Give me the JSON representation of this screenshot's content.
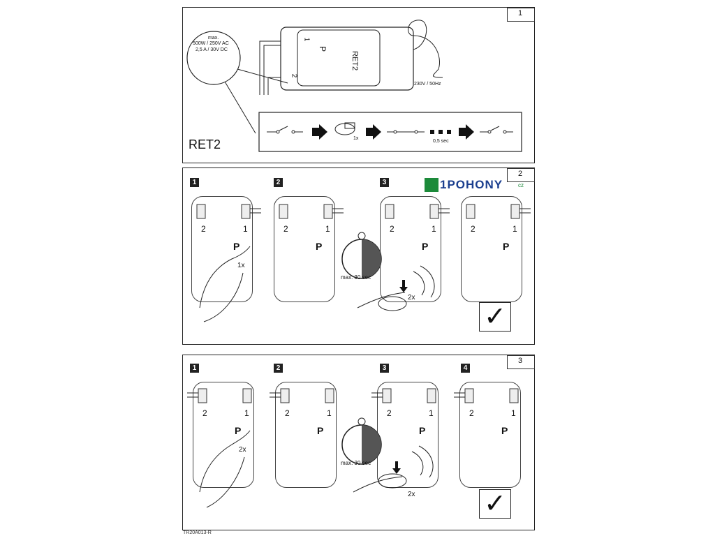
{
  "section1": {
    "number": "1",
    "title": "RET2",
    "rating_lines": [
      "max.",
      "500W / 250V AC",
      "2,5 A / 30V DC"
    ],
    "device_label": "RET2",
    "p_label": "P",
    "terminal1": "1",
    "terminal2": "2",
    "power": "230V / 50Hz",
    "seq_count": "1x",
    "seq_delay": "0,5 sec"
  },
  "section2": {
    "number": "2",
    "steps": [
      "1",
      "2",
      "3"
    ],
    "press_count": "1x",
    "timer": "max. 30 sec",
    "remote_count": "2x",
    "digits": {
      "one": "1",
      "two": "2",
      "p": "P"
    },
    "logo": "1POHONY",
    "logo_suffix": "cz"
  },
  "section3": {
    "number": "3",
    "steps": [
      "1",
      "2",
      "3",
      "4"
    ],
    "press_count": "2x",
    "timer": "max. 30 sec",
    "remote_count": "2x",
    "digits": {
      "one": "1",
      "two": "2",
      "p": "P"
    }
  },
  "footer": "TR20A013-R",
  "colors": {
    "logo_blue": "#1b3f8f",
    "logo_green": "#1c8a3a",
    "ink": "#222222"
  }
}
